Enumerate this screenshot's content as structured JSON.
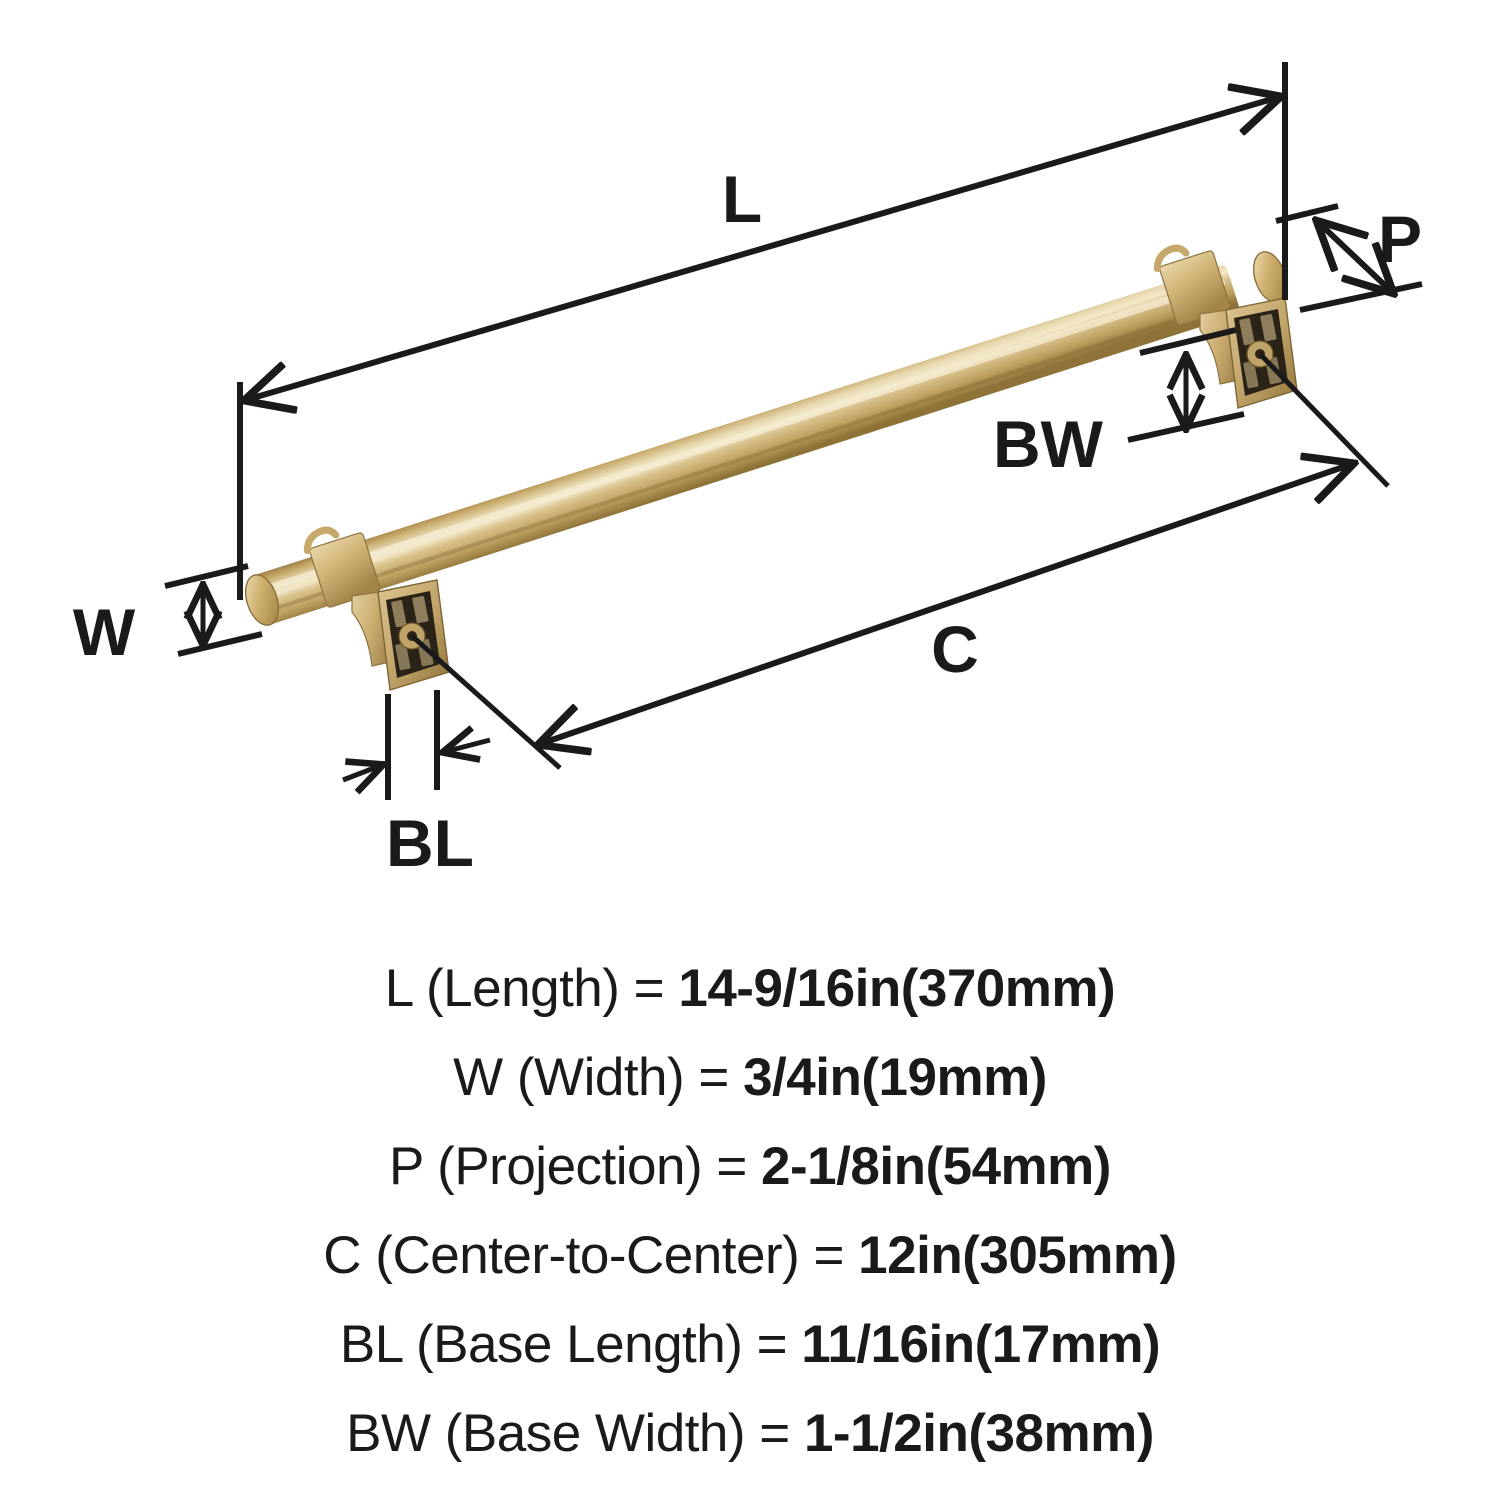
{
  "diagram": {
    "title": "Cabinet bar pull dimension diagram",
    "finish_color": "#c8a96a",
    "line_color": "#1a1a1a",
    "dimension_markers": [
      {
        "key": "L",
        "name": "length-dimension",
        "label": "L"
      },
      {
        "key": "W",
        "name": "width-dimension",
        "label": "W"
      },
      {
        "key": "P",
        "name": "projection-dimension",
        "label": "P"
      },
      {
        "key": "C",
        "name": "center-to-center-dimension",
        "label": "C"
      },
      {
        "key": "BL",
        "name": "base-length-dimension",
        "label": "BL"
      },
      {
        "key": "BW",
        "name": "base-width-dimension",
        "label": "BW"
      }
    ]
  },
  "specs": [
    {
      "key": "L",
      "label": "L (Length) = ",
      "value": "14-9/16in(370mm)"
    },
    {
      "key": "W",
      "label": "W (Width) = ",
      "value": "3/4in(19mm)"
    },
    {
      "key": "P",
      "label": "P (Projection) = ",
      "value": "2-1/8in(54mm)"
    },
    {
      "key": "C",
      "label": "C (Center-to-Center) = ",
      "value": "12in(305mm)"
    },
    {
      "key": "BL",
      "label": "BL (Base Length) = ",
      "value": "11/16in(17mm)"
    },
    {
      "key": "BW",
      "label": "BW (Base Width) = ",
      "value": "1-1/2in(38mm)"
    }
  ]
}
